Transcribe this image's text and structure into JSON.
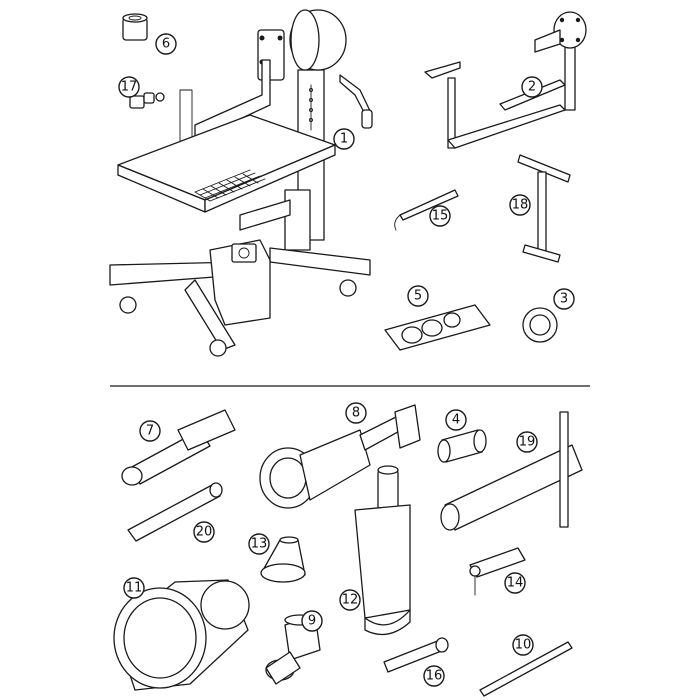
{
  "diagram": {
    "callouts": [
      "1",
      "2",
      "3",
      "4",
      "5",
      "6",
      "7",
      "8",
      "9",
      "10",
      "11",
      "12",
      "13",
      "14",
      "15",
      "16",
      "17",
      "18",
      "19",
      "20"
    ],
    "colors": {
      "line": "#1a1a1a",
      "background": "#ffffff"
    }
  }
}
